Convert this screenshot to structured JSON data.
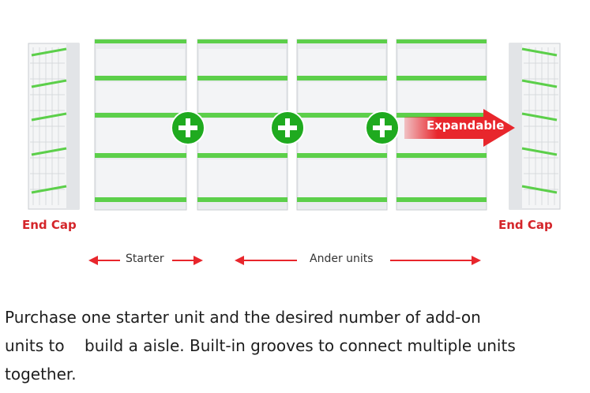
{
  "labels": {
    "end_cap_left": "End Cap",
    "end_cap_right": "End Cap",
    "starter": "Starter",
    "add_on": "Ander units",
    "expandable": "Expandable"
  },
  "caption": {
    "line1": "Purchase one starter unit and the desired number of add-on",
    "line2": "units to    build a aisle. Built-in grooves to connect multiple units",
    "line3": "together."
  },
  "colors": {
    "shelf_green": "#5ccf4a",
    "plus_green": "#1faa1f",
    "accent_red": "#d4252a",
    "panel_gray": "#e9ebee"
  }
}
